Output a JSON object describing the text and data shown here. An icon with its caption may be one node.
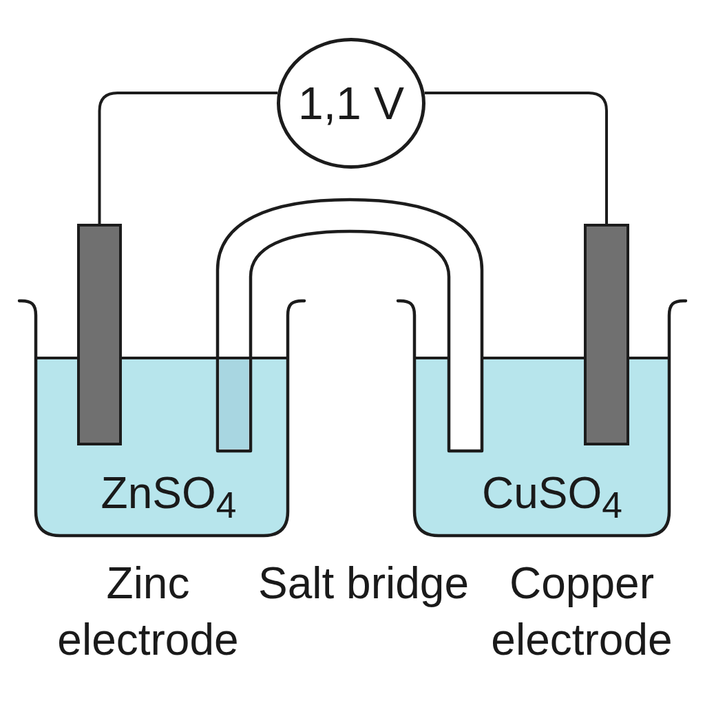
{
  "diagram": {
    "nodes": [
      {
        "text": [
          "1,1 V"
        ]
      },
      {
        "text": [],
        "shape": "bar"
      },
      {
        "text": [],
        "shape": "bar"
      },
      {
        "text": [
          "ZnSO$_{4}$"
        ]
      },
      {
        "text": [
          "CuSO$_{4}$"
        ]
      }
    ],
    "edges": [
      {
        "from": 0,
        "to": 1,
        "arrow": "none"
      },
      {
        "from": 0,
        "to": 2,
        "arrow": "none"
      }
    ],
    "labels": [
      "Zinc electrode",
      "Salt bridge",
      "Copper electrode"
    ]
  }
}
